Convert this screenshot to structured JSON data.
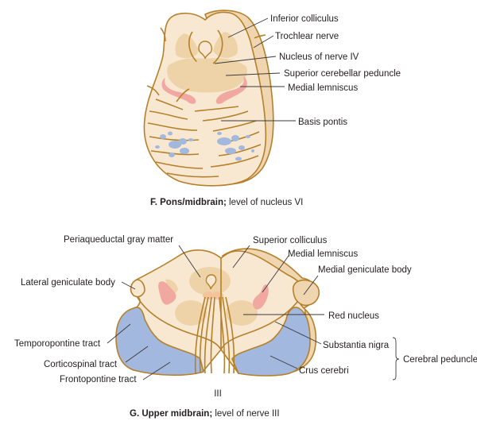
{
  "colors": {
    "outer": "#f0d6b0",
    "inner": "#f8e8d2",
    "gray": "#e8c99a",
    "outline": "#b5802a",
    "lemniscus": "#f0a8a0",
    "corticospinal": "#a3b8de",
    "label_line": "#3a3a3a"
  },
  "panel_f": {
    "caption_bold": "F. Pons/midbrain;",
    "caption_rest": " level of nucleus VI",
    "labels": [
      "Inferior colliculus",
      "Trochlear nerve",
      "Nucleus of nerve IV",
      "Superior cerebellar peduncle",
      "Medial lemniscus",
      "Basis pontis"
    ]
  },
  "panel_g": {
    "caption_bold": "G. Upper midbrain;",
    "caption_rest": " level of nerve III",
    "left_labels": [
      "Periaqueductal gray matter",
      "Lateral geniculate body",
      "Temporopontine tract",
      "Corticospinal tract",
      "Frontopontine tract"
    ],
    "right_labels": [
      "Superior colliculus",
      "Medial lemniscus",
      "Medial geniculate body",
      "Red nucleus",
      "Substantia nigra",
      "Crus cerebri"
    ],
    "bracket_label": "Cerebral peduncle",
    "nerve_label": "III"
  }
}
